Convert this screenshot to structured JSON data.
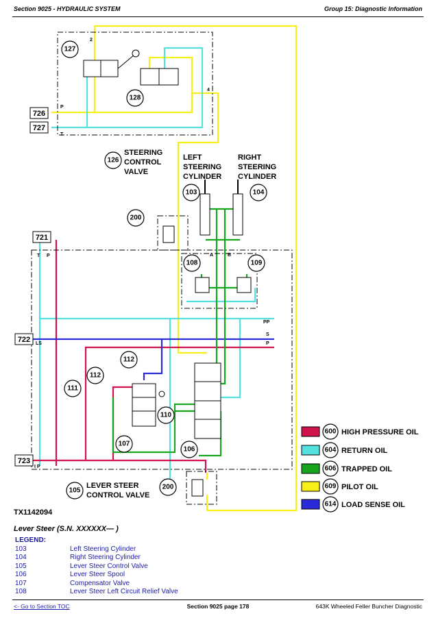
{
  "header": {
    "left": "Section 9025 - HYDRAULIC SYSTEM",
    "right": "Group 15: Diagnostic Information"
  },
  "diagram": {
    "steering_valve": {
      "number": "126",
      "label_lines": [
        "STEERING",
        "CONTROL",
        "VALVE"
      ]
    },
    "lever_valve": {
      "number": "105",
      "label_lines": [
        "LEVER STEER",
        "CONTROL VALVE"
      ]
    },
    "left_cyl": {
      "number": "103",
      "label_lines": [
        "LEFT",
        "STEERING",
        "CYLINDER"
      ]
    },
    "right_cyl": {
      "number": "104",
      "label_lines": [
        "RIGHT",
        "STEERING",
        "CYLINDER"
      ]
    },
    "callouts": {
      "c127": "127",
      "c128": "128",
      "c200a": "200",
      "c200b": "200",
      "c108": "108",
      "c109": "109",
      "c112a": "112",
      "c112b": "112",
      "c111": "111",
      "c110": "110",
      "c107": "107",
      "c106": "106"
    },
    "ports": {
      "p726": "726",
      "p727": "727",
      "p721": "721",
      "p722": "722",
      "p723": "723"
    },
    "small": {
      "two": "2",
      "four": "4",
      "P1": "P",
      "T1": "T",
      "T2": "T",
      "P2": "P",
      "A": "A",
      "B": "B",
      "PP": "PP",
      "S": "S",
      "P3": "P",
      "LS": "LS",
      "IP": "I P"
    }
  },
  "oil_legend": [
    {
      "number": "600",
      "label": "HIGH PRESSURE OIL",
      "color": "#d0134a"
    },
    {
      "number": "604",
      "label": "RETURN OIL",
      "color": "#55e0e0"
    },
    {
      "number": "606",
      "label": "TRAPPED OIL",
      "color": "#16a51c"
    },
    {
      "number": "609",
      "label": "PILOT OIL",
      "color": "#f6f018"
    },
    {
      "number": "614",
      "label": "LOAD SENSE OIL",
      "color": "#2a2ad8"
    }
  ],
  "colors": {
    "high_pressure": "#d0134a",
    "return": "#55e0e0",
    "trapped": "#16a51c",
    "pilot": "#f6f018",
    "load_sense": "#2a2ad8"
  },
  "figure_id": "TX1142094",
  "caption": "Lever Steer (S.N. XXXXXX— )",
  "legend": {
    "title": "LEGEND:",
    "items": [
      {
        "number": "103",
        "label": "Left Steering Cylinder"
      },
      {
        "number": "104",
        "label": "Right Steering Cylinder"
      },
      {
        "number": "105",
        "label": "Lever Steer Control Valve"
      },
      {
        "number": "106",
        "label": "Lever Steer Spool"
      },
      {
        "number": "107",
        "label": "Compensator Valve"
      },
      {
        "number": "108",
        "label": "Lever Steer Left Circuit Relief Valve"
      }
    ]
  },
  "footer": {
    "left": "<- Go to Section TOC",
    "center": "Section 9025 page 178",
    "right": "643K Wheeled Feller Buncher Diagnostic"
  }
}
